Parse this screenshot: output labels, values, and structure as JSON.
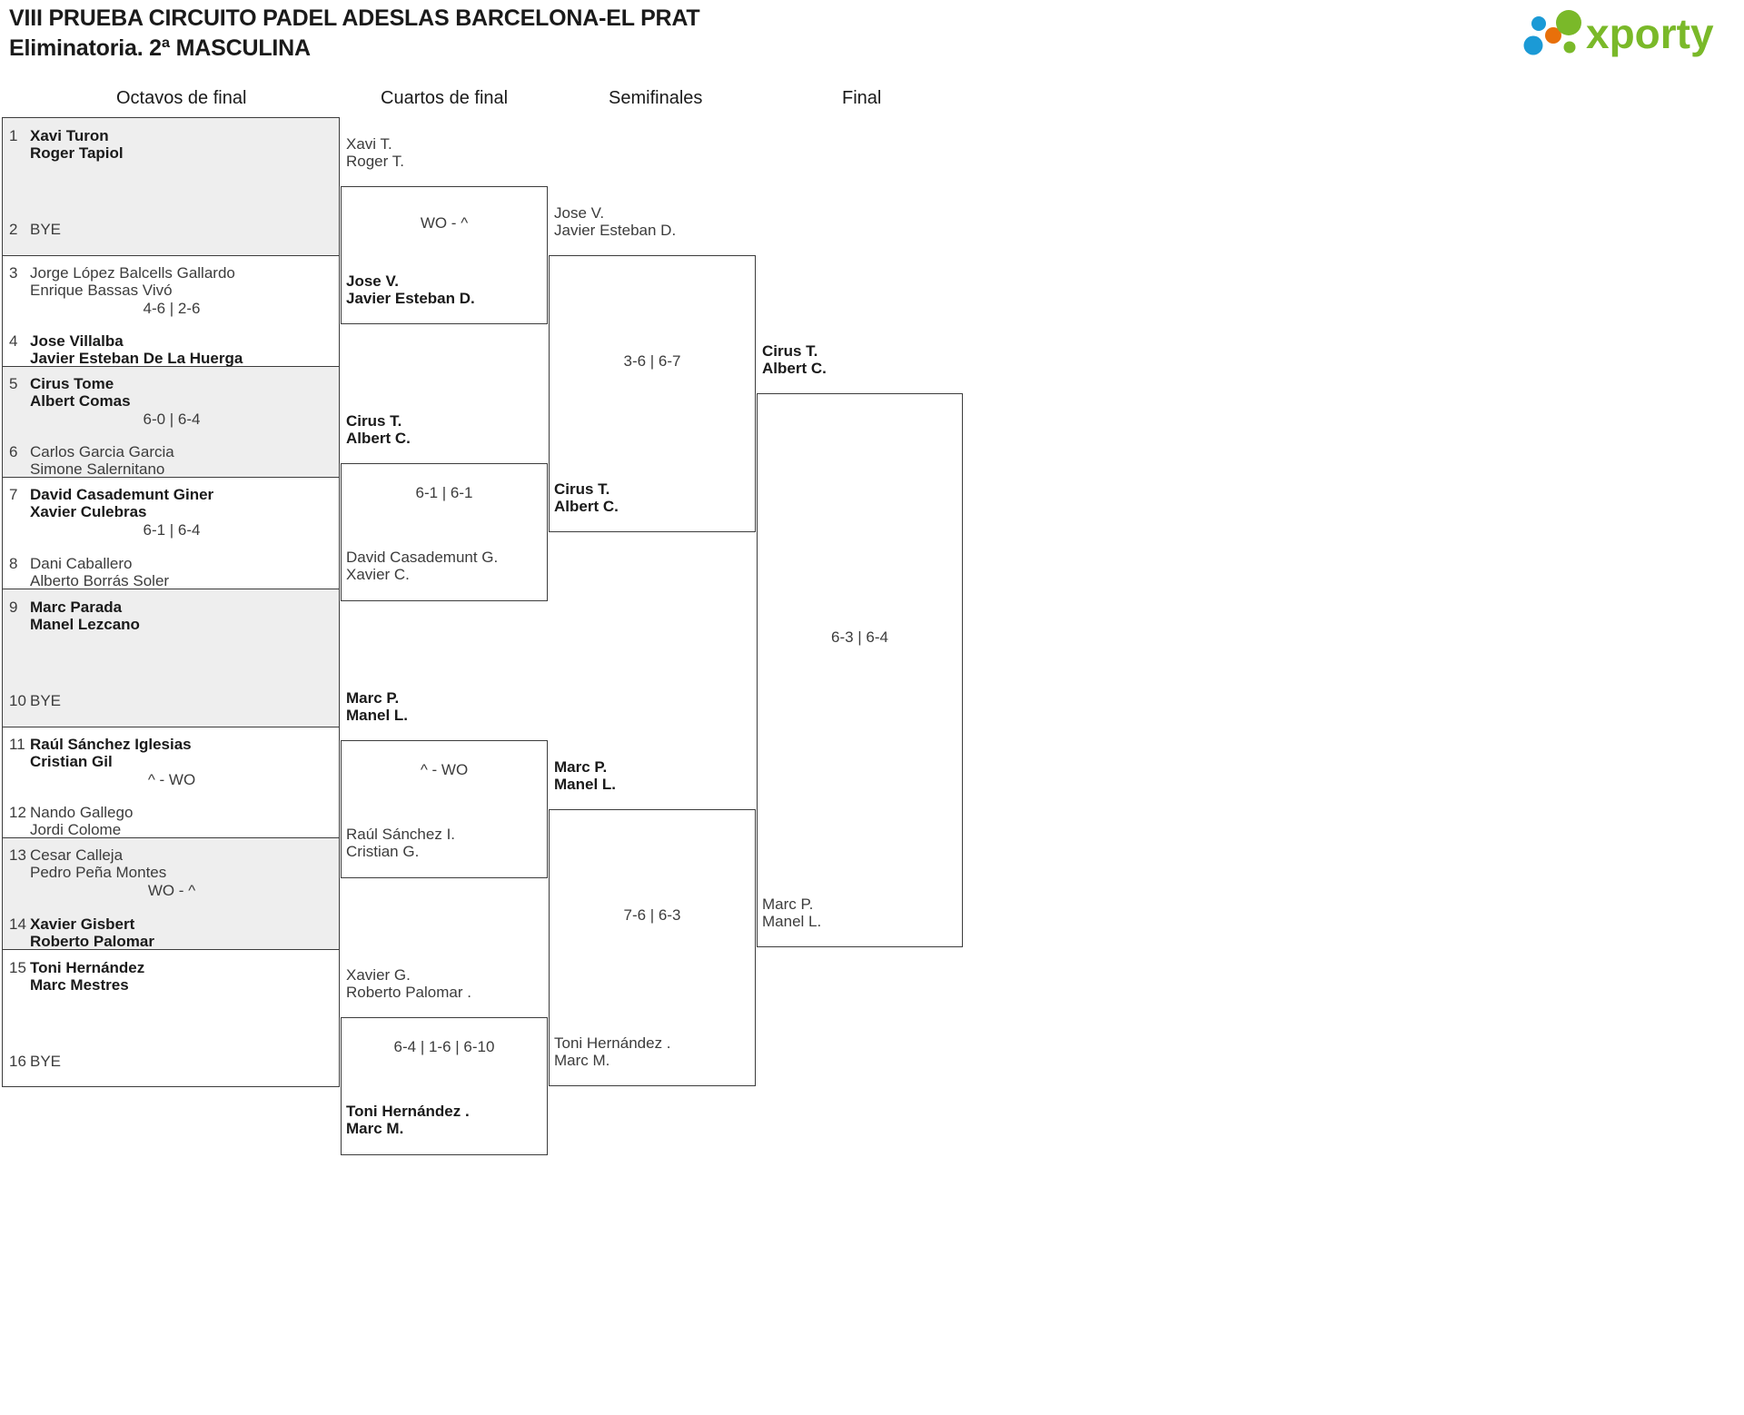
{
  "header": {
    "title_line1": "VIII PRUEBA CIRCUITO PADEL ADESLAS BARCELONA-EL PRAT",
    "title_line2": "Eliminatoria. 2ª MASCULINA",
    "logo_text": "xporty",
    "logo_colors": {
      "green": "#7ab929",
      "orange": "#e8700a",
      "blue": "#1b9ad6"
    }
  },
  "rounds": [
    {
      "label": "Octavos de final"
    },
    {
      "label": "Cuartos de final"
    },
    {
      "label": "Semifinales"
    },
    {
      "label": "Final"
    }
  ],
  "round1": {
    "matches": [
      {
        "score": "",
        "top": {
          "seed": "1",
          "line1": "Xavi Turon",
          "line2": "Roger Tapiol",
          "winner": true
        },
        "bottom": {
          "seed": "2",
          "line1": "BYE",
          "line2": "",
          "winner": false
        }
      },
      {
        "score": "4-6 | 2-6",
        "top": {
          "seed": "3",
          "line1": "Jorge López Balcells Gallardo",
          "line2": "Enrique Bassas Vivó",
          "winner": false
        },
        "bottom": {
          "seed": "4",
          "line1": "Jose Villalba",
          "line2": "Javier Esteban De La Huerga",
          "winner": true
        }
      },
      {
        "score": "6-0 | 6-4",
        "top": {
          "seed": "5",
          "line1": "Cirus Tome",
          "line2": "Albert Comas",
          "winner": true
        },
        "bottom": {
          "seed": "6",
          "line1": "Carlos Garcia Garcia",
          "line2": "Simone Salernitano",
          "winner": false
        }
      },
      {
        "score": "6-1 | 6-4",
        "top": {
          "seed": "7",
          "line1": "David Casademunt Giner",
          "line2": "Xavier Culebras",
          "winner": true
        },
        "bottom": {
          "seed": "8",
          "line1": "Dani Caballero",
          "line2": "Alberto Borrás Soler",
          "winner": false
        }
      },
      {
        "score": "",
        "top": {
          "seed": "9",
          "line1": "Marc Parada",
          "line2": "Manel Lezcano",
          "winner": true
        },
        "bottom": {
          "seed": "10",
          "line1": "BYE",
          "line2": "",
          "winner": false
        }
      },
      {
        "score": "^ - WO",
        "top": {
          "seed": "11",
          "line1": "Raúl Sánchez Iglesias",
          "line2": "Cristian Gil",
          "winner": true
        },
        "bottom": {
          "seed": "12",
          "line1": "Nando Gallego",
          "line2": "Jordi Colome",
          "winner": false
        }
      },
      {
        "score": "WO - ^",
        "top": {
          "seed": "13",
          "line1": "Cesar Calleja",
          "line2": "Pedro Peña Montes",
          "winner": false
        },
        "bottom": {
          "seed": "14",
          "line1": "Xavier Gisbert",
          "line2": "Roberto Palomar",
          "winner": true
        }
      },
      {
        "score": "",
        "top": {
          "seed": "15",
          "line1": "Toni Hernández",
          "line2": "Marc Mestres",
          "winner": true
        },
        "bottom": {
          "seed": "16",
          "line1": "BYE",
          "line2": "",
          "winner": false
        }
      }
    ]
  },
  "round2": {
    "matches": [
      {
        "score": "WO - ^",
        "top": {
          "line1": "Xavi T.",
          "line2": "Roger T.",
          "winner": false
        },
        "bottom": {
          "line1": "Jose V.",
          "line2": "Javier Esteban D.",
          "winner": true
        }
      },
      {
        "score": "6-1 | 6-1",
        "top": {
          "line1": "Cirus T.",
          "line2": "Albert C.",
          "winner": true
        },
        "bottom": {
          "line1": "David Casademunt G.",
          "line2": "Xavier C.",
          "winner": false
        }
      },
      {
        "score": "^ - WO",
        "top": {
          "line1": "Marc P.",
          "line2": "Manel L.",
          "winner": true
        },
        "bottom": {
          "line1": "Raúl Sánchez I.",
          "line2": "Cristian G.",
          "winner": false
        }
      },
      {
        "score": "6-4 | 1-6 | 6-10",
        "top": {
          "line1": "Xavier G.",
          "line2": "Roberto Palomar .",
          "winner": false
        },
        "bottom": {
          "line1": "Toni Hernández .",
          "line2": "Marc M.",
          "winner": true
        }
      }
    ]
  },
  "round3": {
    "matches": [
      {
        "score": "3-6 | 6-7",
        "top": {
          "line1": "Jose V.",
          "line2": "Javier Esteban D.",
          "winner": false
        },
        "bottom": {
          "line1": "Cirus T.",
          "line2": "Albert C.",
          "winner": true
        }
      },
      {
        "score": "7-6 | 6-3",
        "top": {
          "line1": "Marc P.",
          "line2": "Manel L.",
          "winner": true
        },
        "bottom": {
          "line1": "Toni Hernández .",
          "line2": "Marc M.",
          "winner": false
        }
      }
    ]
  },
  "round4": {
    "matches": [
      {
        "score": "6-3 | 6-4",
        "top": {
          "line1": "Cirus T.",
          "line2": "Albert C.",
          "winner": true
        },
        "bottom": {
          "line1": "Marc P.",
          "line2": "Manel L.",
          "winner": false
        }
      }
    ]
  }
}
